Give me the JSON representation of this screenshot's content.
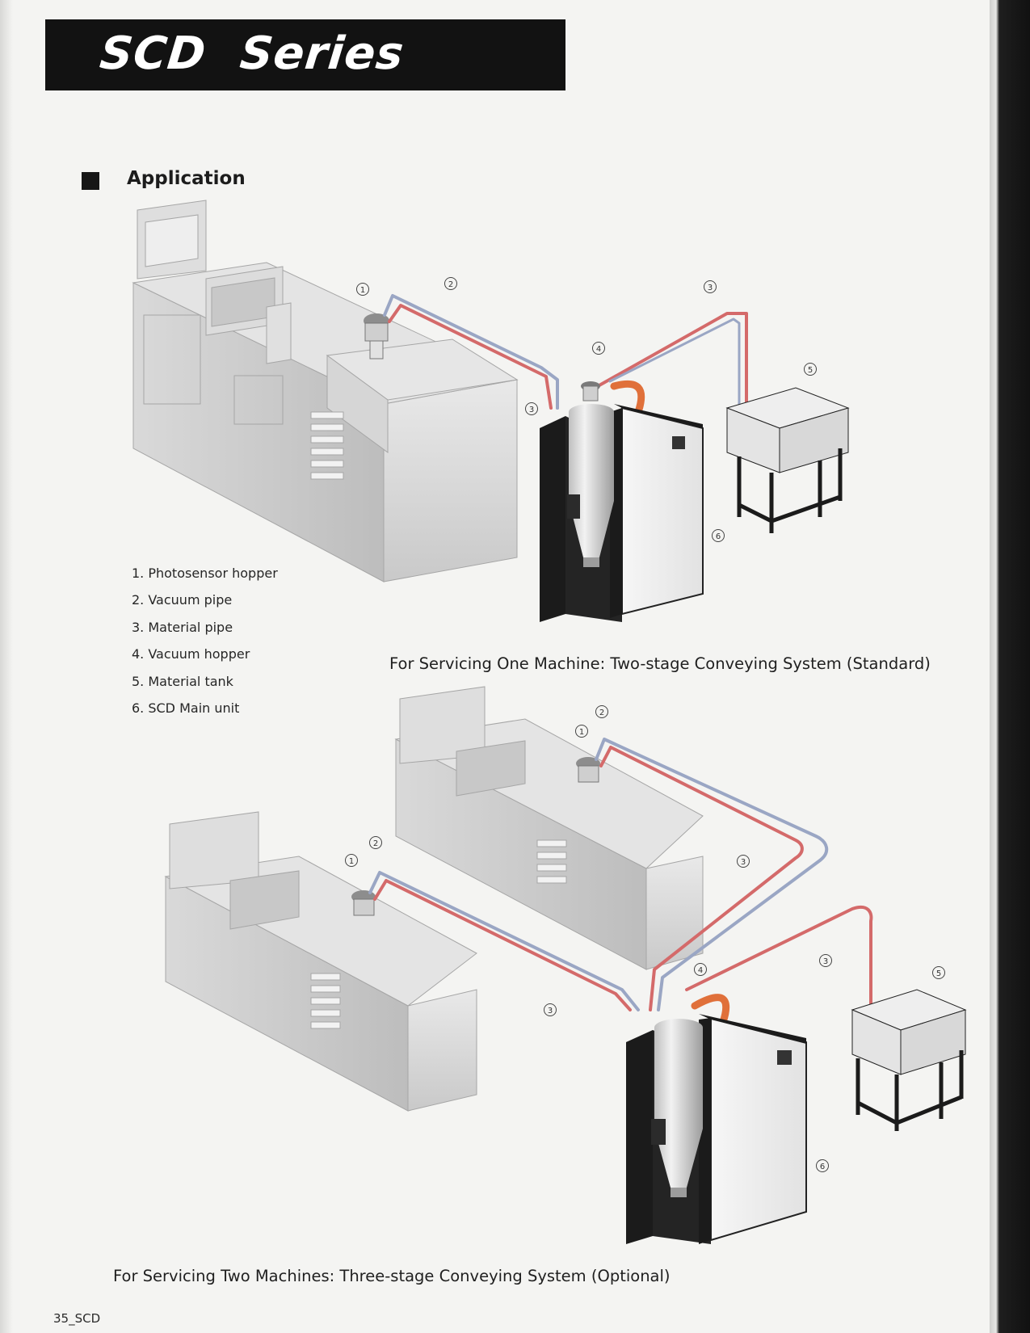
{
  "header": {
    "title": "SCD  Series"
  },
  "section": {
    "heading": "Application"
  },
  "legend": [
    "1. Photosensor hopper",
    "2. Vacuum pipe",
    "3. Material pipe",
    "4. Vacuum hopper",
    "5. Material tank",
    "6. SCD Main unit"
  ],
  "captions": {
    "one": "For Servicing One Machine: Two-stage Conveying System (Standard)",
    "two": "For Servicing Two Machines: Three-stage Conveying System (Optional)"
  },
  "callouts": [
    "1",
    "2",
    "3",
    "4",
    "5",
    "6"
  ],
  "footer": {
    "page": "35_SCD"
  },
  "colors": {
    "vacuum_pipe": "#9aa6c4",
    "material_pipe": "#d46a6a",
    "flex_hose": "#e0703a",
    "unit_black": "#1b1b1b"
  }
}
